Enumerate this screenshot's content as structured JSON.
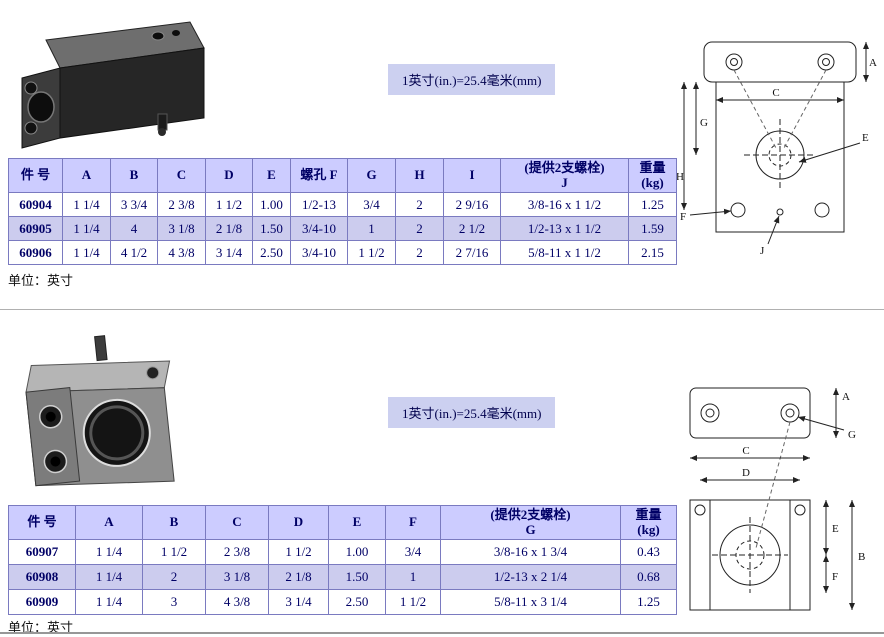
{
  "section1": {
    "note": "1英寸(in.)=25.4毫米(mm)",
    "unit_label": "单位：英寸",
    "table": {
      "headers": [
        "件 号",
        "A",
        "B",
        "C",
        "D",
        "E",
        "螺孔 F",
        "G",
        "H",
        "I",
        "(提供2支螺栓)\nJ",
        "重量\n(kg)"
      ],
      "rows": [
        [
          "60904",
          "1 1/4",
          "3 3/4",
          "2 3/8",
          "1 1/2",
          "1.00",
          "1/2-13",
          "3/4",
          "2",
          "2 9/16",
          "3/8-16 x 1 1/2",
          "1.25"
        ],
        [
          "60905",
          "1 1/4",
          "4",
          "3 1/8",
          "2 1/8",
          "1.50",
          "3/4-10",
          "1",
          "2",
          "2 1/2",
          "1/2-13 x 1 1/2",
          "1.59"
        ],
        [
          "60906",
          "1 1/4",
          "4 1/2",
          "4 3/8",
          "3 1/4",
          "2.50",
          "3/4-10",
          "1 1/2",
          "2",
          "2 7/16",
          "5/8-11 x 1 1/2",
          "2.15"
        ]
      ]
    },
    "drawing_labels": [
      "A",
      "C",
      "E",
      "G",
      "H",
      "F",
      "J"
    ]
  },
  "section2": {
    "note": "1英寸(in.)=25.4毫米(mm)",
    "unit_label": "单位：英寸",
    "table": {
      "headers": [
        "件 号",
        "A",
        "B",
        "C",
        "D",
        "E",
        "F",
        "(提供2支螺栓)\nG",
        "重量\n(kg)"
      ],
      "rows": [
        [
          "60907",
          "1 1/4",
          "1 1/2",
          "2 3/8",
          "1 1/2",
          "1.00",
          "3/4",
          "3/8-16 x 1 3/4",
          "0.43"
        ],
        [
          "60908",
          "1 1/4",
          "2",
          "3 1/8",
          "2 1/8",
          "1.50",
          "1",
          "1/2-13 x 2 1/4",
          "0.68"
        ],
        [
          "60909",
          "1 1/4",
          "3",
          "4 3/8",
          "3 1/4",
          "2.50",
          "1 1/2",
          "5/8-11 x 3 1/4",
          "1.25"
        ]
      ]
    },
    "drawing_labels": [
      "A",
      "G",
      "C",
      "D",
      "E",
      "F",
      "B"
    ]
  }
}
